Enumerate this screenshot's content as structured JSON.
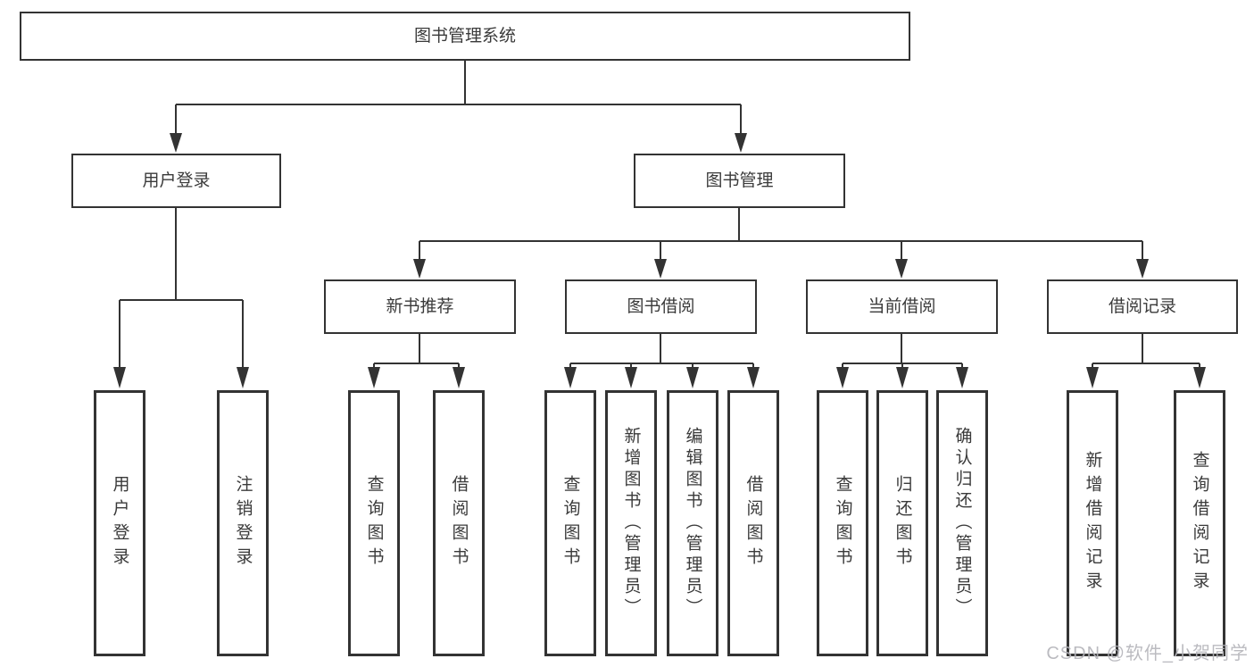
{
  "diagram": {
    "root": "图书管理系统",
    "level2": [
      "用户登录",
      "图书管理"
    ],
    "level3": [
      "新书推荐",
      "图书借阅",
      "当前借阅",
      "借阅记录"
    ],
    "leaves": [
      "用户登录",
      "注销登录",
      "查询图书",
      "借阅图书",
      "查询图书",
      "新增图书（管理员）",
      "编辑图书（管理员）",
      "借阅图书",
      "查询图书",
      "归还图书",
      "确认归还（管理员）",
      "新增借阅记录",
      "查询借阅记录"
    ]
  },
  "watermark": "CSDN @软件_小贺同学",
  "colors": {
    "line": "#333333",
    "box_border": "#333333",
    "box_bg": "#ffffff",
    "text": "#3a3a3a",
    "watermark": "#b4b4ba"
  }
}
